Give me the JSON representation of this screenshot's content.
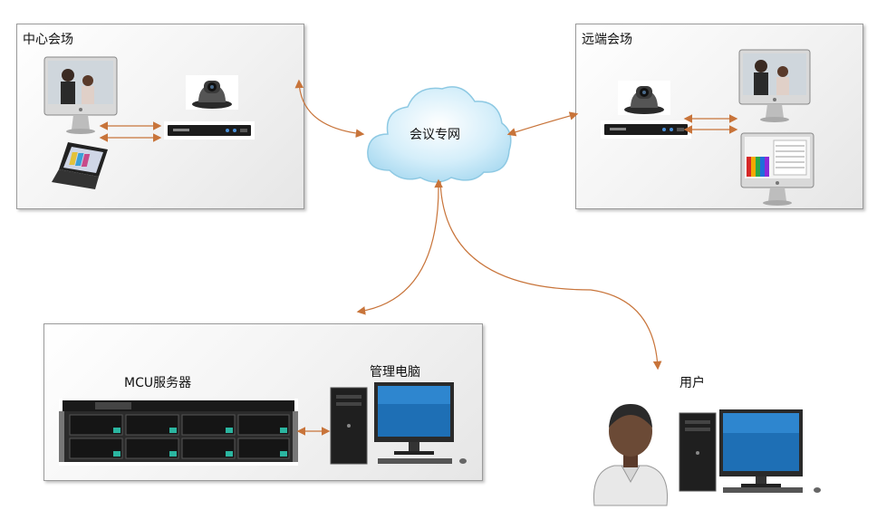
{
  "center_venue": {
    "title": "中心会场"
  },
  "remote_venue": {
    "title": "远端会场"
  },
  "cloud": {
    "label": "会议专网"
  },
  "server_room": {
    "mcu_label": "MCU服务器",
    "admin_pc_label": "管理电脑"
  },
  "user": {
    "label": "用户"
  },
  "colors": {
    "connector": "#c8743a",
    "cloud_fill": "#bfe6f7",
    "panel_border": "#9a9a9a",
    "monitor_blue": "#1e6fb5",
    "server_accent": "#2bb5a0"
  },
  "icons": [
    "imac-icon",
    "laptop-icon",
    "ptz-camera-icon",
    "video-codec-icon",
    "cloud-icon",
    "rack-server-icon",
    "desktop-pc-icon",
    "user-avatar-icon"
  ]
}
